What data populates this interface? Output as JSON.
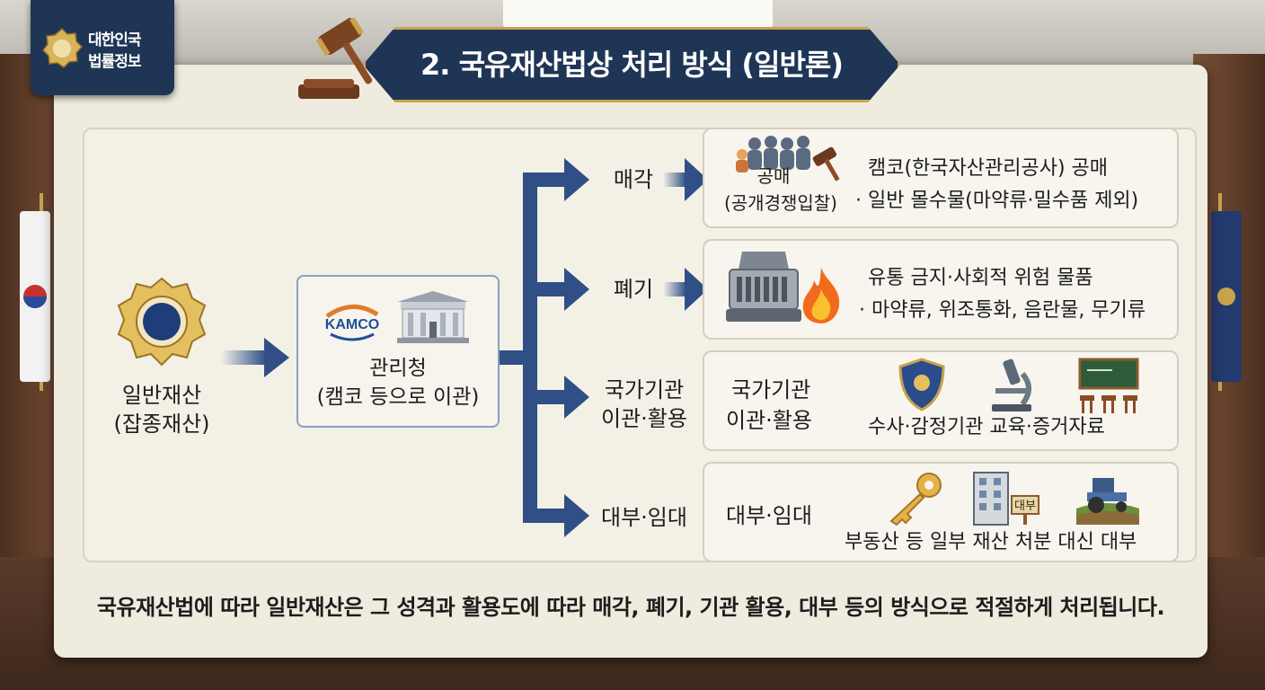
{
  "logo": {
    "line1": "대한인국",
    "line2": "법률정보"
  },
  "title": "2. 국유재산법상 처리 방식 (일반론)",
  "source": {
    "line1": "일반재산",
    "line2": "(잡종재산)"
  },
  "manager": {
    "kamco_text": "KAMCO",
    "line1": "관리청",
    "line2": "(캠코 등으로 이관)"
  },
  "branches": [
    {
      "label": "매각",
      "icon_caption_1": "공매",
      "icon_caption_2": "(공개경쟁입찰)",
      "desc_1": "캠코(한국자산관리공사) 공매",
      "desc_2": "· 일반 몰수물(마약류·밀수품 제외)"
    },
    {
      "label": "폐기",
      "desc_1": "유통 금지·사회적 위험 물품",
      "desc_2": "· 마약류, 위조통화, 음란물, 무기류"
    },
    {
      "label_1": "국가기관",
      "label_2": "이관·활용",
      "card_title_1": "국가기관",
      "card_title_2": "이관·활용",
      "desc": "수사·감정기관 교육·증거자료"
    },
    {
      "label": "대부·임대",
      "card_title": "대부·임대",
      "sign_text": "대부",
      "desc": "부동산 등 일부 재산 처분 대신 대부"
    }
  ],
  "footer": "국유재산법에 따라 일반재산은 그 성격과 활용도에 따라 매각, 폐기, 기관 활용, 대부 등의 방식으로 적절하게 처리됩니다.",
  "colors": {
    "navy": "#1f3556",
    "gold": "#c9a24b",
    "arrow": "#2f4f86",
    "panel": "#efebde"
  },
  "icons": [
    "gavel-icon",
    "seal-icon",
    "kamco-logo",
    "building-icon",
    "crowd-icon",
    "shredder-icon",
    "fire-icon",
    "police-badge-icon",
    "microscope-icon",
    "classroom-icon",
    "key-icon",
    "apartment-icon",
    "tractor-icon"
  ]
}
